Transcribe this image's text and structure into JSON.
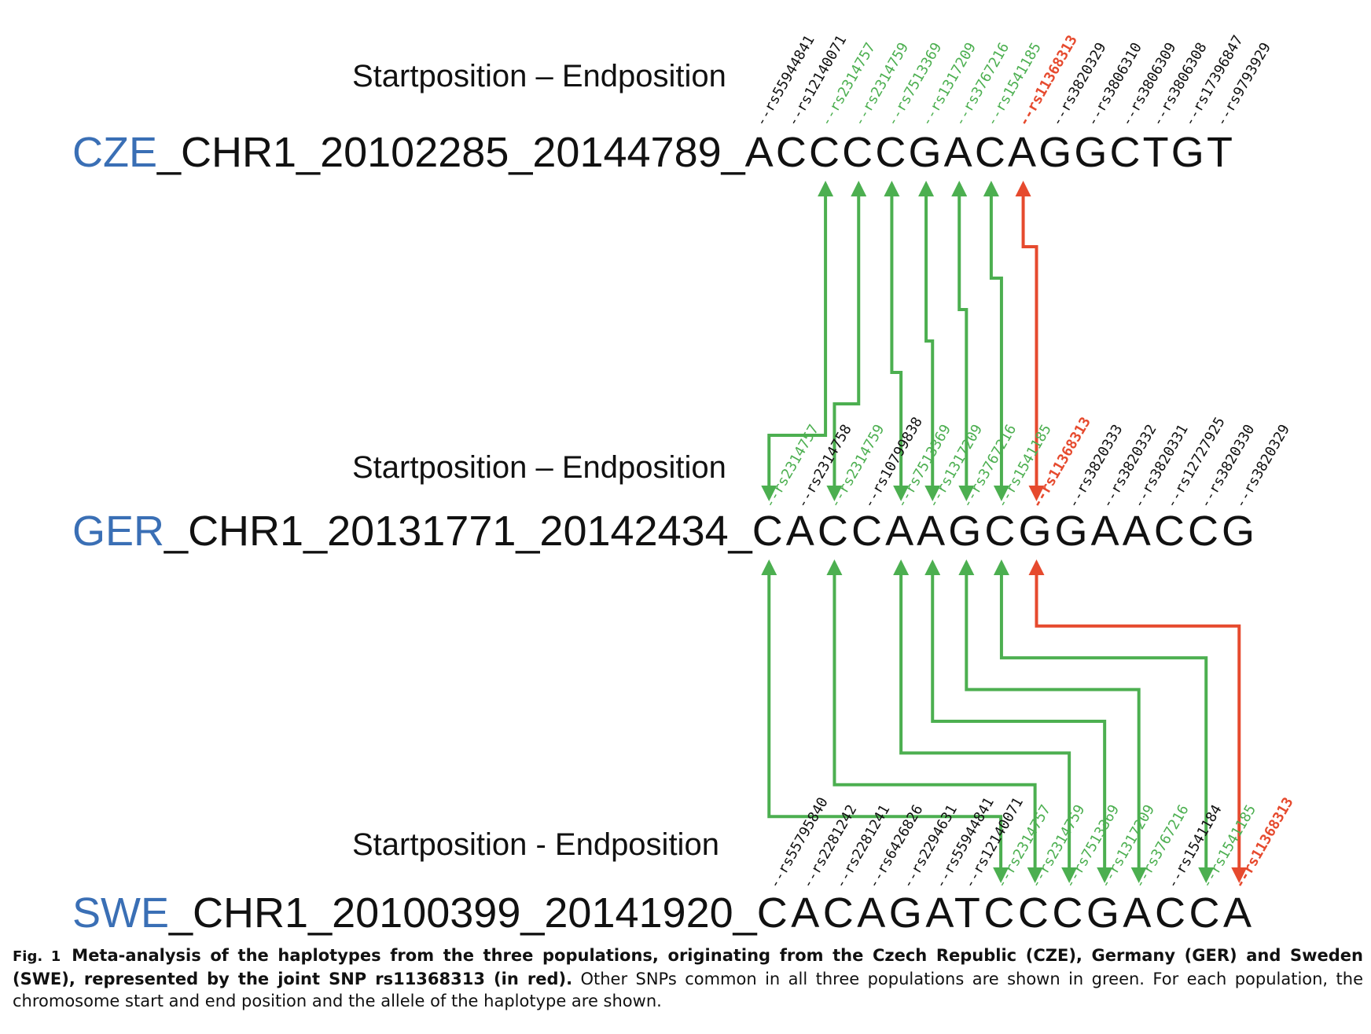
{
  "colors": {
    "population": "#3a6fb5",
    "common_snp": "#4caf50",
    "joint_snp": "#e64a2e",
    "other_snp": "#111111",
    "text": "#111111"
  },
  "rows": [
    {
      "position_header": "Startposition – Endposition",
      "population": "CZE",
      "chromosome": "_CHR1_20102285_20144789_",
      "alleles": "ACCCCGACAGGCTGT",
      "snps": [
        {
          "id": "--rs55944841",
          "type": "other"
        },
        {
          "id": "--rs12140071",
          "type": "other"
        },
        {
          "id": "--rs2314757",
          "type": "common"
        },
        {
          "id": "--rs2314759",
          "type": "common"
        },
        {
          "id": "--rs7513369",
          "type": "common"
        },
        {
          "id": "--rs1317209",
          "type": "common"
        },
        {
          "id": "--rs3767216",
          "type": "common"
        },
        {
          "id": "--rs1541185",
          "type": "common"
        },
        {
          "id": "--rs11368313",
          "type": "joint"
        },
        {
          "id": "--rs3820329",
          "type": "other"
        },
        {
          "id": "--rs3806310",
          "type": "other"
        },
        {
          "id": "--rs3806309",
          "type": "other"
        },
        {
          "id": "--rs3806308",
          "type": "other"
        },
        {
          "id": "--rs17396847",
          "type": "other"
        },
        {
          "id": "--rs9793929",
          "type": "other"
        }
      ]
    },
    {
      "position_header": "Startposition – Endposition",
      "population": "GER",
      "chromosome": "_CHR1_20131771_20142434_",
      "alleles": "CACCAAGCGGAACCG",
      "snps": [
        {
          "id": "--rs2314757",
          "type": "common"
        },
        {
          "id": "--rs2314758",
          "type": "other"
        },
        {
          "id": "--rs2314759",
          "type": "common"
        },
        {
          "id": "--rs10799838",
          "type": "other"
        },
        {
          "id": "--rs7513369",
          "type": "common"
        },
        {
          "id": "--rs1317209",
          "type": "common"
        },
        {
          "id": "--rs3767216",
          "type": "common"
        },
        {
          "id": "--rs1541185",
          "type": "common"
        },
        {
          "id": "--rs11368313",
          "type": "joint"
        },
        {
          "id": "--rs3820333",
          "type": "other"
        },
        {
          "id": "--rs3820332",
          "type": "other"
        },
        {
          "id": "--rs3820331",
          "type": "other"
        },
        {
          "id": "--rs12727925",
          "type": "other"
        },
        {
          "id": "--rs3820330",
          "type": "other"
        },
        {
          "id": "--rs3820329",
          "type": "other"
        }
      ]
    },
    {
      "position_header": "Startposition - Endposition",
      "population": "SWE",
      "chromosome": "_CHR1_20100399_20141920_",
      "alleles": "CACAGATCCCGACCA",
      "snps": [
        {
          "id": "--rs55795840",
          "type": "other"
        },
        {
          "id": "--rs2281242",
          "type": "other"
        },
        {
          "id": "--rs2281241",
          "type": "other"
        },
        {
          "id": "--rs6426826",
          "type": "other"
        },
        {
          "id": "--rs2294631",
          "type": "other"
        },
        {
          "id": "--rs55944841",
          "type": "other"
        },
        {
          "id": "--rs12140071",
          "type": "other"
        },
        {
          "id": "--rs2314757",
          "type": "common"
        },
        {
          "id": "--rs2314759",
          "type": "common"
        },
        {
          "id": "--rs7513369",
          "type": "common"
        },
        {
          "id": "--rs1317209",
          "type": "common"
        },
        {
          "id": "--rs3767216",
          "type": "common"
        },
        {
          "id": "--rs1541184",
          "type": "other"
        },
        {
          "id": "--rs1541185",
          "type": "common"
        },
        {
          "id": "--rs11368313",
          "type": "joint"
        }
      ]
    }
  ],
  "links": [
    {
      "snp": "rs2314757",
      "type": "common",
      "from": "CZE",
      "to": "GER",
      "direction": "both"
    },
    {
      "snp": "rs2314759",
      "type": "common",
      "from": "CZE",
      "to": "GER",
      "direction": "both"
    },
    {
      "snp": "rs7513369",
      "type": "common",
      "from": "CZE",
      "to": "GER",
      "direction": "both"
    },
    {
      "snp": "rs1317209",
      "type": "common",
      "from": "CZE",
      "to": "GER",
      "direction": "both"
    },
    {
      "snp": "rs3767216",
      "type": "common",
      "from": "CZE",
      "to": "GER",
      "direction": "both"
    },
    {
      "snp": "rs1541185",
      "type": "common",
      "from": "CZE",
      "to": "GER",
      "direction": "both"
    },
    {
      "snp": "rs11368313",
      "type": "joint",
      "from": "CZE",
      "to": "GER",
      "direction": "both"
    },
    {
      "snp": "rs2314757",
      "type": "common",
      "from": "GER",
      "to": "SWE",
      "direction": "both"
    },
    {
      "snp": "rs2314759",
      "type": "common",
      "from": "GER",
      "to": "SWE",
      "direction": "both"
    },
    {
      "snp": "rs7513369",
      "type": "common",
      "from": "GER",
      "to": "SWE",
      "direction": "both"
    },
    {
      "snp": "rs1317209",
      "type": "common",
      "from": "GER",
      "to": "SWE",
      "direction": "both"
    },
    {
      "snp": "rs3767216",
      "type": "common",
      "from": "GER",
      "to": "SWE",
      "direction": "both"
    },
    {
      "snp": "rs1541185",
      "type": "common",
      "from": "GER",
      "to": "SWE",
      "direction": "both"
    },
    {
      "snp": "rs11368313",
      "type": "joint",
      "from": "GER",
      "to": "SWE",
      "direction": "both"
    }
  ],
  "caption": {
    "label": "Fig. 1",
    "bold_text": "Meta-analysis of the haplotypes from the three populations, originating from the Czech Republic (CZE), Germany (GER) and Sweden (SWE), represented by the joint SNP rs11368313 (in red).",
    "text": " Other SNPs common in all three populations are shown in green. For each population, the chromosome start and end position and the allele of the haplotype are shown."
  }
}
